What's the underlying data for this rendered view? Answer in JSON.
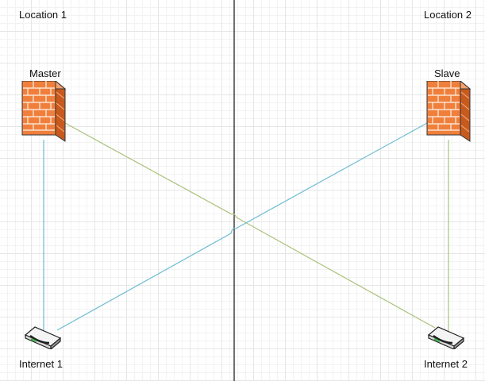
{
  "locations": {
    "left": "Location 1",
    "right": "Location 2"
  },
  "nodes": {
    "master": {
      "label": "Master",
      "icon": "firewall-icon"
    },
    "slave": {
      "label": "Slave",
      "icon": "firewall-icon"
    },
    "internet1": {
      "label": "Internet 1",
      "icon": "router-icon"
    },
    "internet2": {
      "label": "Internet 2",
      "icon": "router-icon"
    }
  },
  "connections": [
    {
      "from": "master",
      "to": "internet1",
      "color": "#6bbcd1"
    },
    {
      "from": "master",
      "to": "internet2",
      "color": "#a9c27a"
    },
    {
      "from": "slave",
      "to": "internet1",
      "color": "#6bbcd1"
    },
    {
      "from": "slave",
      "to": "internet2",
      "color": "#a9c27a"
    }
  ],
  "colors": {
    "divider": "#111111",
    "firewall_face": "#f07f3c",
    "firewall_side": "#c85a1e",
    "firewall_mortar": "#fbe2cf"
  }
}
